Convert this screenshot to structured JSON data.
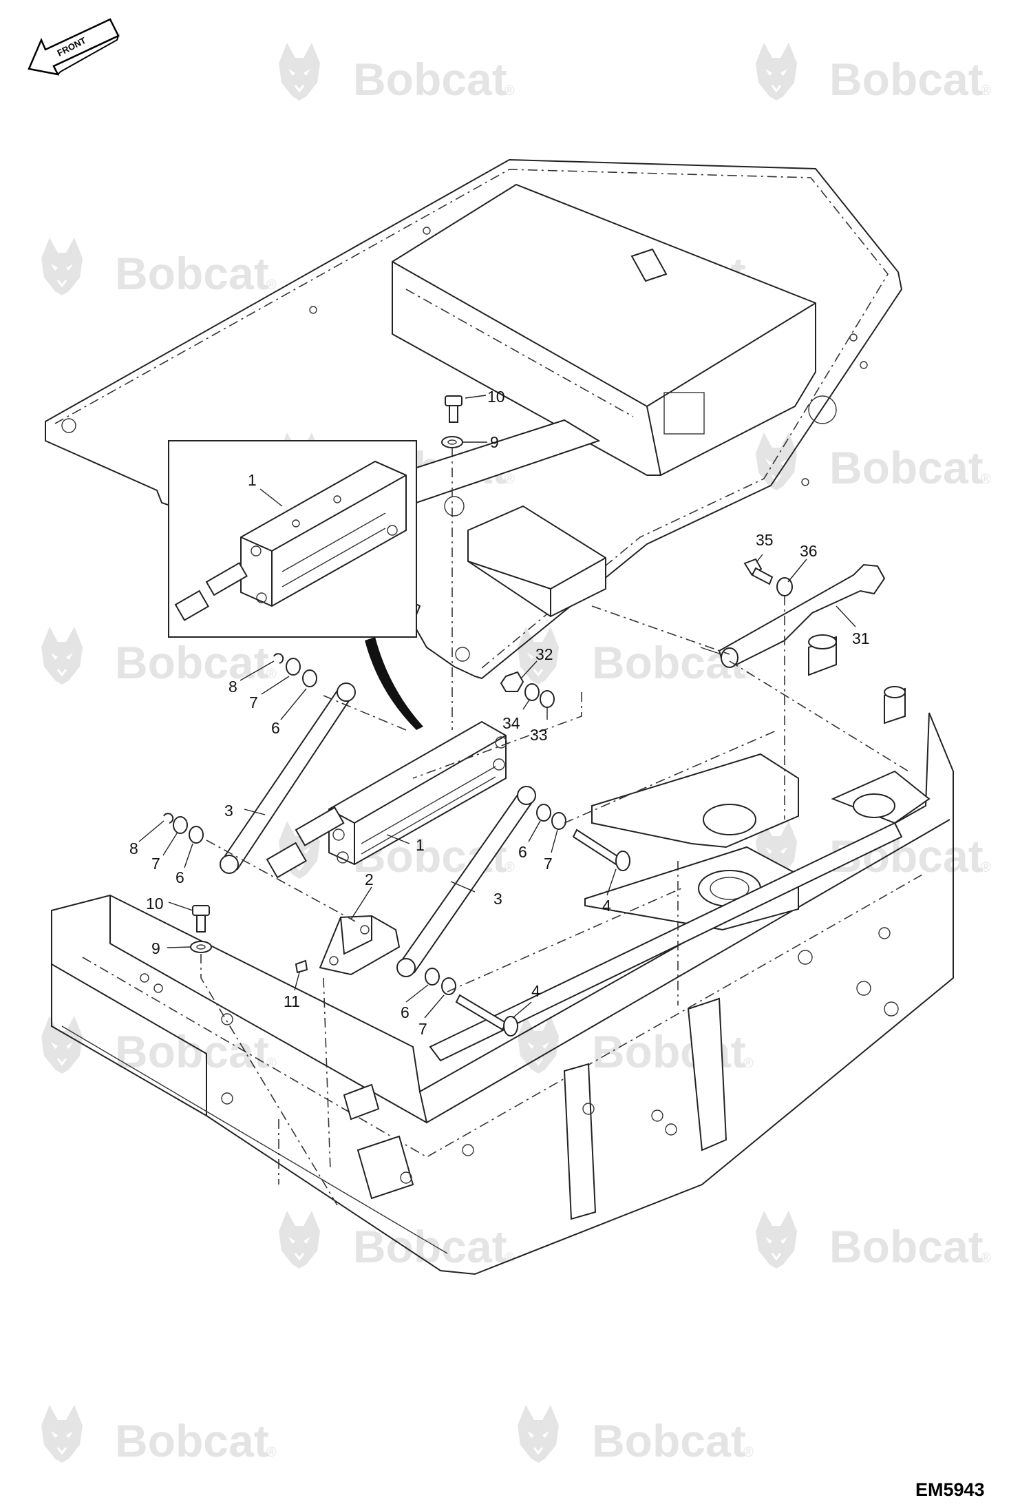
{
  "front_arrow": {
    "label": "FRONT"
  },
  "watermark": {
    "brand": "Bobcat",
    "mark": "®"
  },
  "drawing_code": "EM5943",
  "callouts": {
    "c1_inset": "1",
    "c1": "1",
    "c2": "2",
    "c3_left": "3",
    "c3_right": "3",
    "c4_upper": "4",
    "c4_lower": "4",
    "c6_a": "6",
    "c6_b": "6",
    "c6_c": "6",
    "c6_d": "6",
    "c7_a": "7",
    "c7_b": "7",
    "c7_c": "7",
    "c7_d": "7",
    "c8_a": "8",
    "c8_b": "8",
    "c9_upper": "9",
    "c9_lower": "9",
    "c10_upper": "10",
    "c10_lower": "10",
    "c11": "11",
    "c31": "31",
    "c32": "32",
    "c33": "33",
    "c34": "34",
    "c35": "35",
    "c36": "36"
  },
  "colors": {
    "line": "#222222",
    "watermark": "#e4e4e4"
  }
}
